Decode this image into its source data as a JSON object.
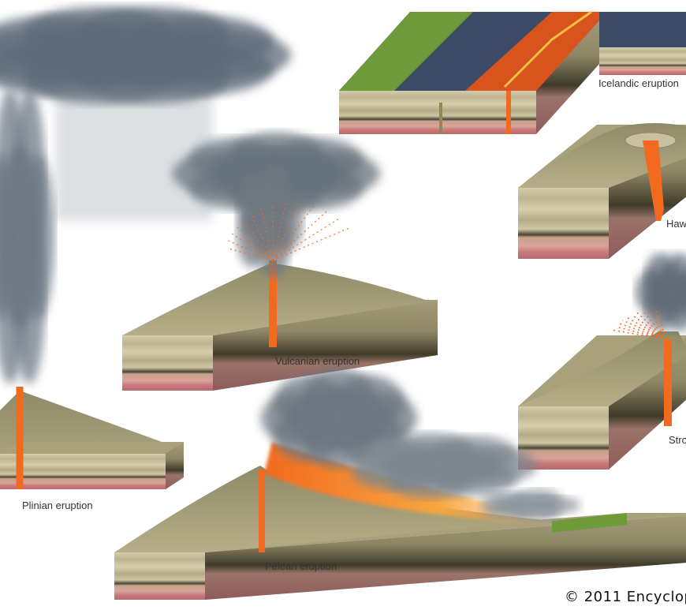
{
  "labels": {
    "icelandic": "Icelandic eruption",
    "hawaiian": "Haw",
    "vulcanian": "Vulcanian eruption",
    "strombolian": "Stro",
    "plinian": "Plinian eruption",
    "pelean": "Pelean eruption"
  },
  "copyright": "© 2011 Encyclop",
  "colors": {
    "lava": "#f26a1f",
    "ash": "#5d6b78",
    "rock": "#b8b08a",
    "grass": "#6e9a3a",
    "basalt": "#3c4a66",
    "mantle": "#c9777a"
  }
}
